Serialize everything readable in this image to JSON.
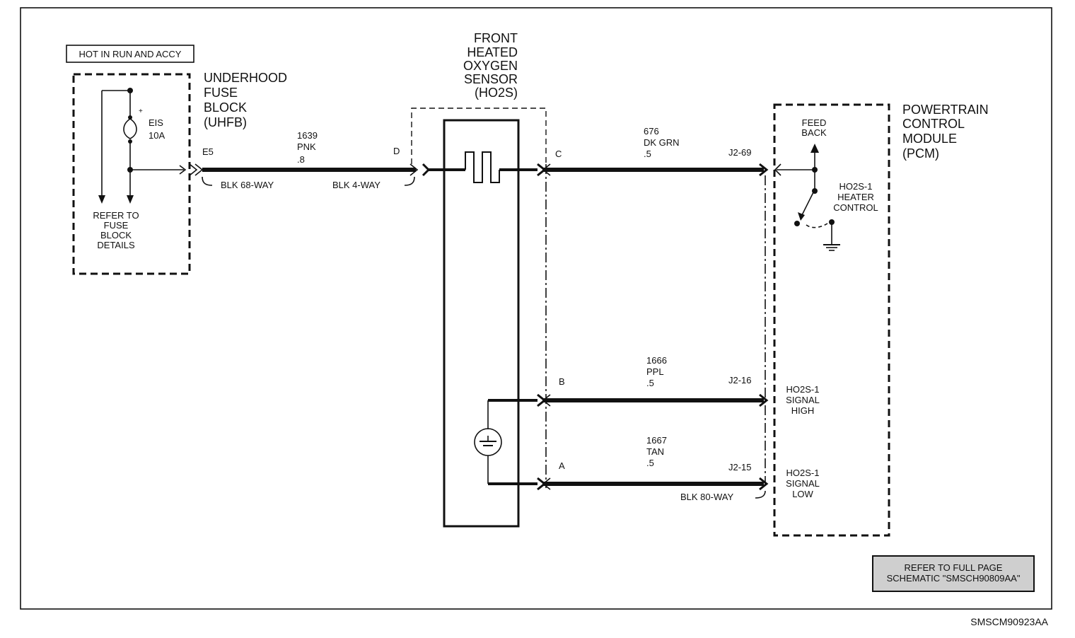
{
  "hot_label": "HOT IN RUN AND ACCY",
  "uhfb": {
    "title_lines": [
      "UNDERHOOD",
      "FUSE",
      "BLOCK",
      "(UHFB)"
    ],
    "fuse_name": "EIS",
    "fuse_rating": "10A",
    "refer_lines": [
      "REFER TO",
      "FUSE",
      "BLOCK",
      "DETAILS"
    ],
    "terminal": "E5"
  },
  "wire_1639": {
    "circuit": "1639",
    "color": "PNK",
    "gauge": ".8"
  },
  "connector_blk68": "BLK 68-WAY",
  "connector_blk4": "BLK 4-WAY",
  "sensor": {
    "title_lines": [
      "FRONT",
      "HEATED",
      "OXYGEN",
      "SENSOR",
      "(HO2S)"
    ],
    "pin_d": "D",
    "pin_c": "C",
    "pin_b": "B",
    "pin_a": "A"
  },
  "wire_676": {
    "circuit": "676",
    "color": "DK GRN",
    "gauge": ".5",
    "pcm_pin": "J2-69"
  },
  "wire_1666": {
    "circuit": "1666",
    "color": "PPL",
    "gauge": ".5",
    "pcm_pin": "J2-16"
  },
  "wire_1667": {
    "circuit": "1667",
    "color": "TAN",
    "gauge": ".5",
    "pcm_pin": "J2-15"
  },
  "connector_blk80": "BLK 80-WAY",
  "pcm": {
    "title_lines": [
      "POWERTRAIN",
      "CONTROL",
      "MODULE",
      "(PCM)"
    ],
    "feedback_lines": [
      "FEED",
      "BACK"
    ],
    "heater_lines": [
      "HO2S-1",
      "HEATER",
      "CONTROL"
    ],
    "signal_high_lines": [
      "HO2S-1",
      "SIGNAL",
      "HIGH"
    ],
    "signal_low_lines": [
      "HO2S-1",
      "SIGNAL",
      "LOW"
    ]
  },
  "refer_note_lines": [
    "REFER TO FULL PAGE",
    "SCHEMATIC \"SMSCH90809AA\""
  ],
  "figure_id": "SMSCM90923AA"
}
